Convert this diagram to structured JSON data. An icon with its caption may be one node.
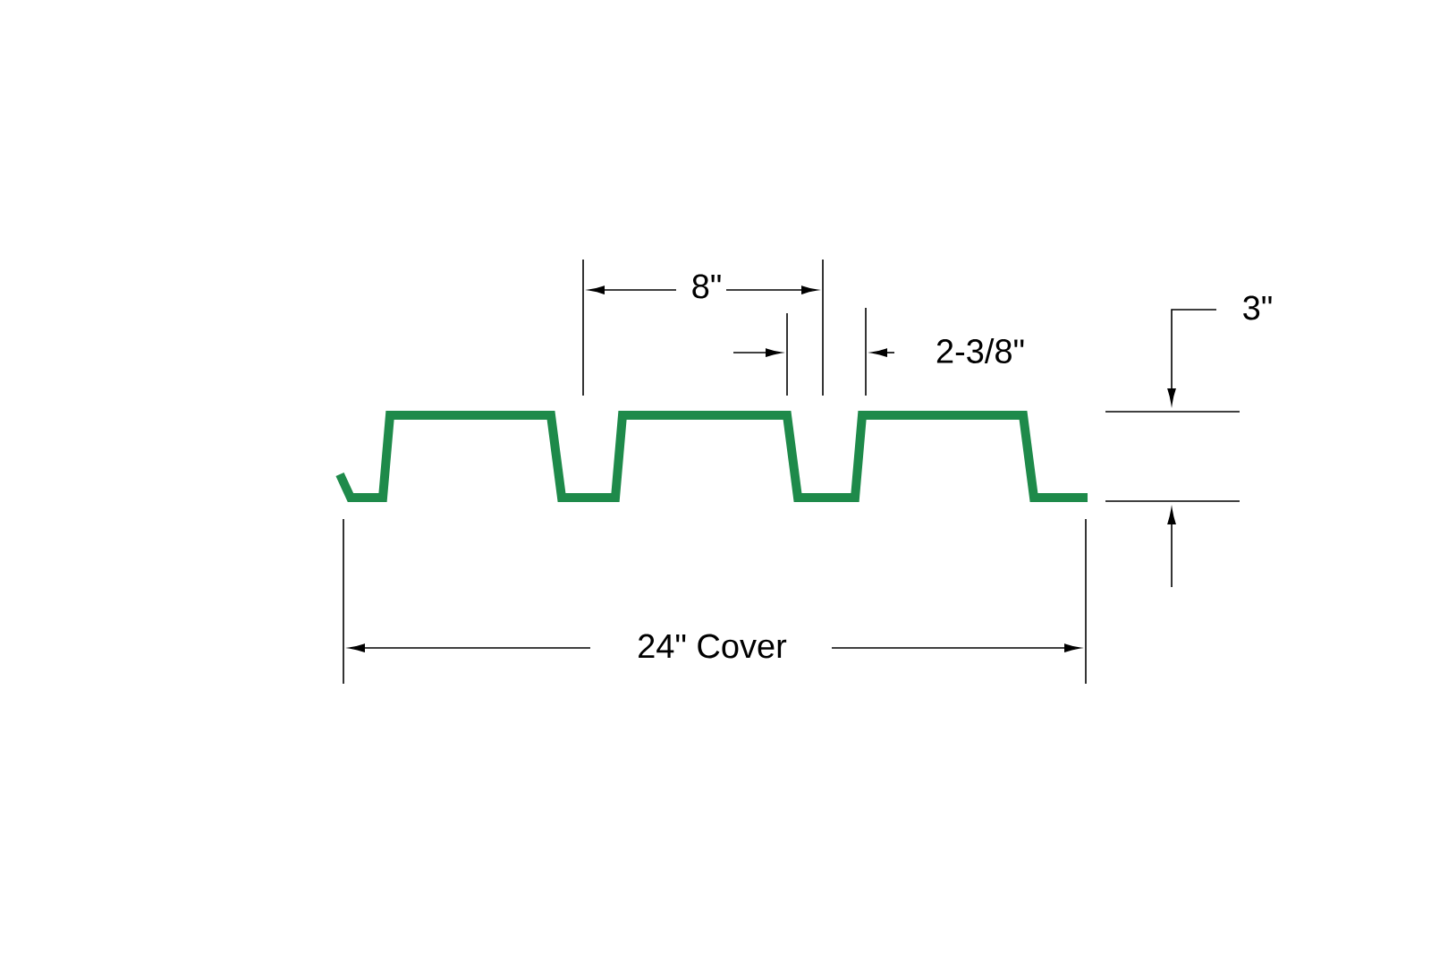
{
  "diagram": {
    "labels": [
      "8\"",
      "2-3/8\"",
      "3\"",
      "24\" Cover"
    ]
  }
}
